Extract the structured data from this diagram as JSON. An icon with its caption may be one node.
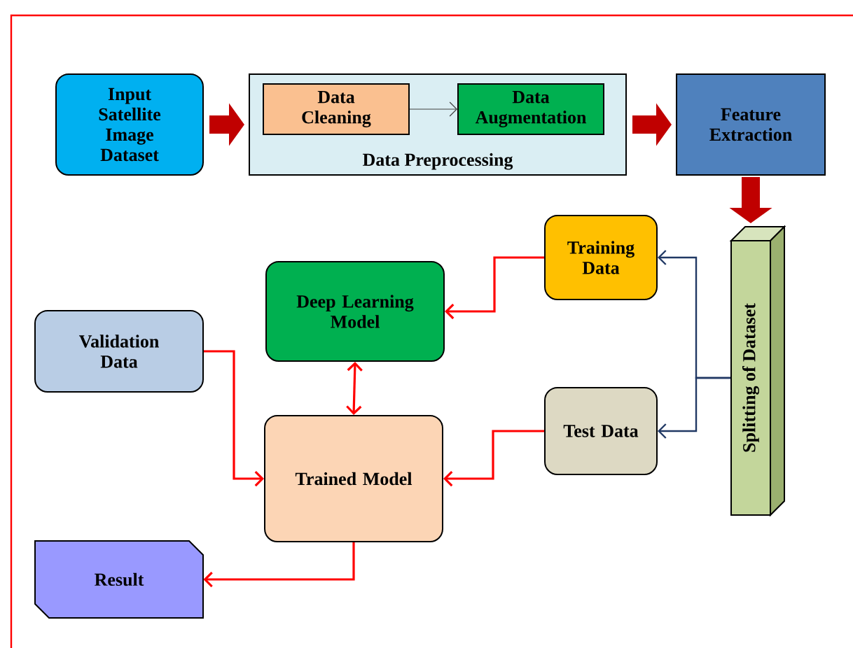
{
  "diagram": {
    "nodes": [
      {
        "text": [
          "Input Satellite Image Dataset"
        ]
      },
      {
        "text": [
          "Data Preprocessing"
        ]
      },
      {
        "text": [
          "Data Cleaning"
        ],
        "in": 1
      },
      {
        "text": [
          "Data Augmentation"
        ],
        "in": 1
      },
      {
        "text": [
          "Feature Extraction"
        ]
      },
      {
        "text": [
          "Splitting of Dataset"
        ]
      },
      {
        "text": [
          "Training Data"
        ]
      },
      {
        "text": [
          "Deep Learning Model"
        ]
      },
      {
        "text": [
          "Validation Data"
        ]
      },
      {
        "text": [
          "Test Data"
        ]
      },
      {
        "text": [
          "Trained Model"
        ]
      },
      {
        "text": [
          "Result"
        ]
      }
    ],
    "edges": [
      {
        "from": 0,
        "to": 1,
        "arrow": "to",
        "style": "thick",
        "color": "#c00000"
      },
      {
        "from": 2,
        "to": 3,
        "arrow": "to",
        "color": "#404040"
      },
      {
        "from": 1,
        "to": 4,
        "arrow": "to",
        "style": "thick",
        "color": "#c00000"
      },
      {
        "from": 4,
        "to": 5,
        "arrow": "to",
        "style": "thick",
        "color": "#c00000"
      },
      {
        "from": 5,
        "to": 6,
        "arrow": "to",
        "color": "#203864"
      },
      {
        "from": 5,
        "to": 9,
        "arrow": "to",
        "color": "#203864"
      },
      {
        "from": 6,
        "to": 7,
        "arrow": "to"
      },
      {
        "from": 7,
        "to": 10,
        "arrow": "both"
      },
      {
        "from": 8,
        "to": 10,
        "arrow": "to"
      },
      {
        "from": 9,
        "to": 10,
        "arrow": "to"
      },
      {
        "from": 10,
        "to": 11,
        "arrow": "to"
      }
    ]
  }
}
